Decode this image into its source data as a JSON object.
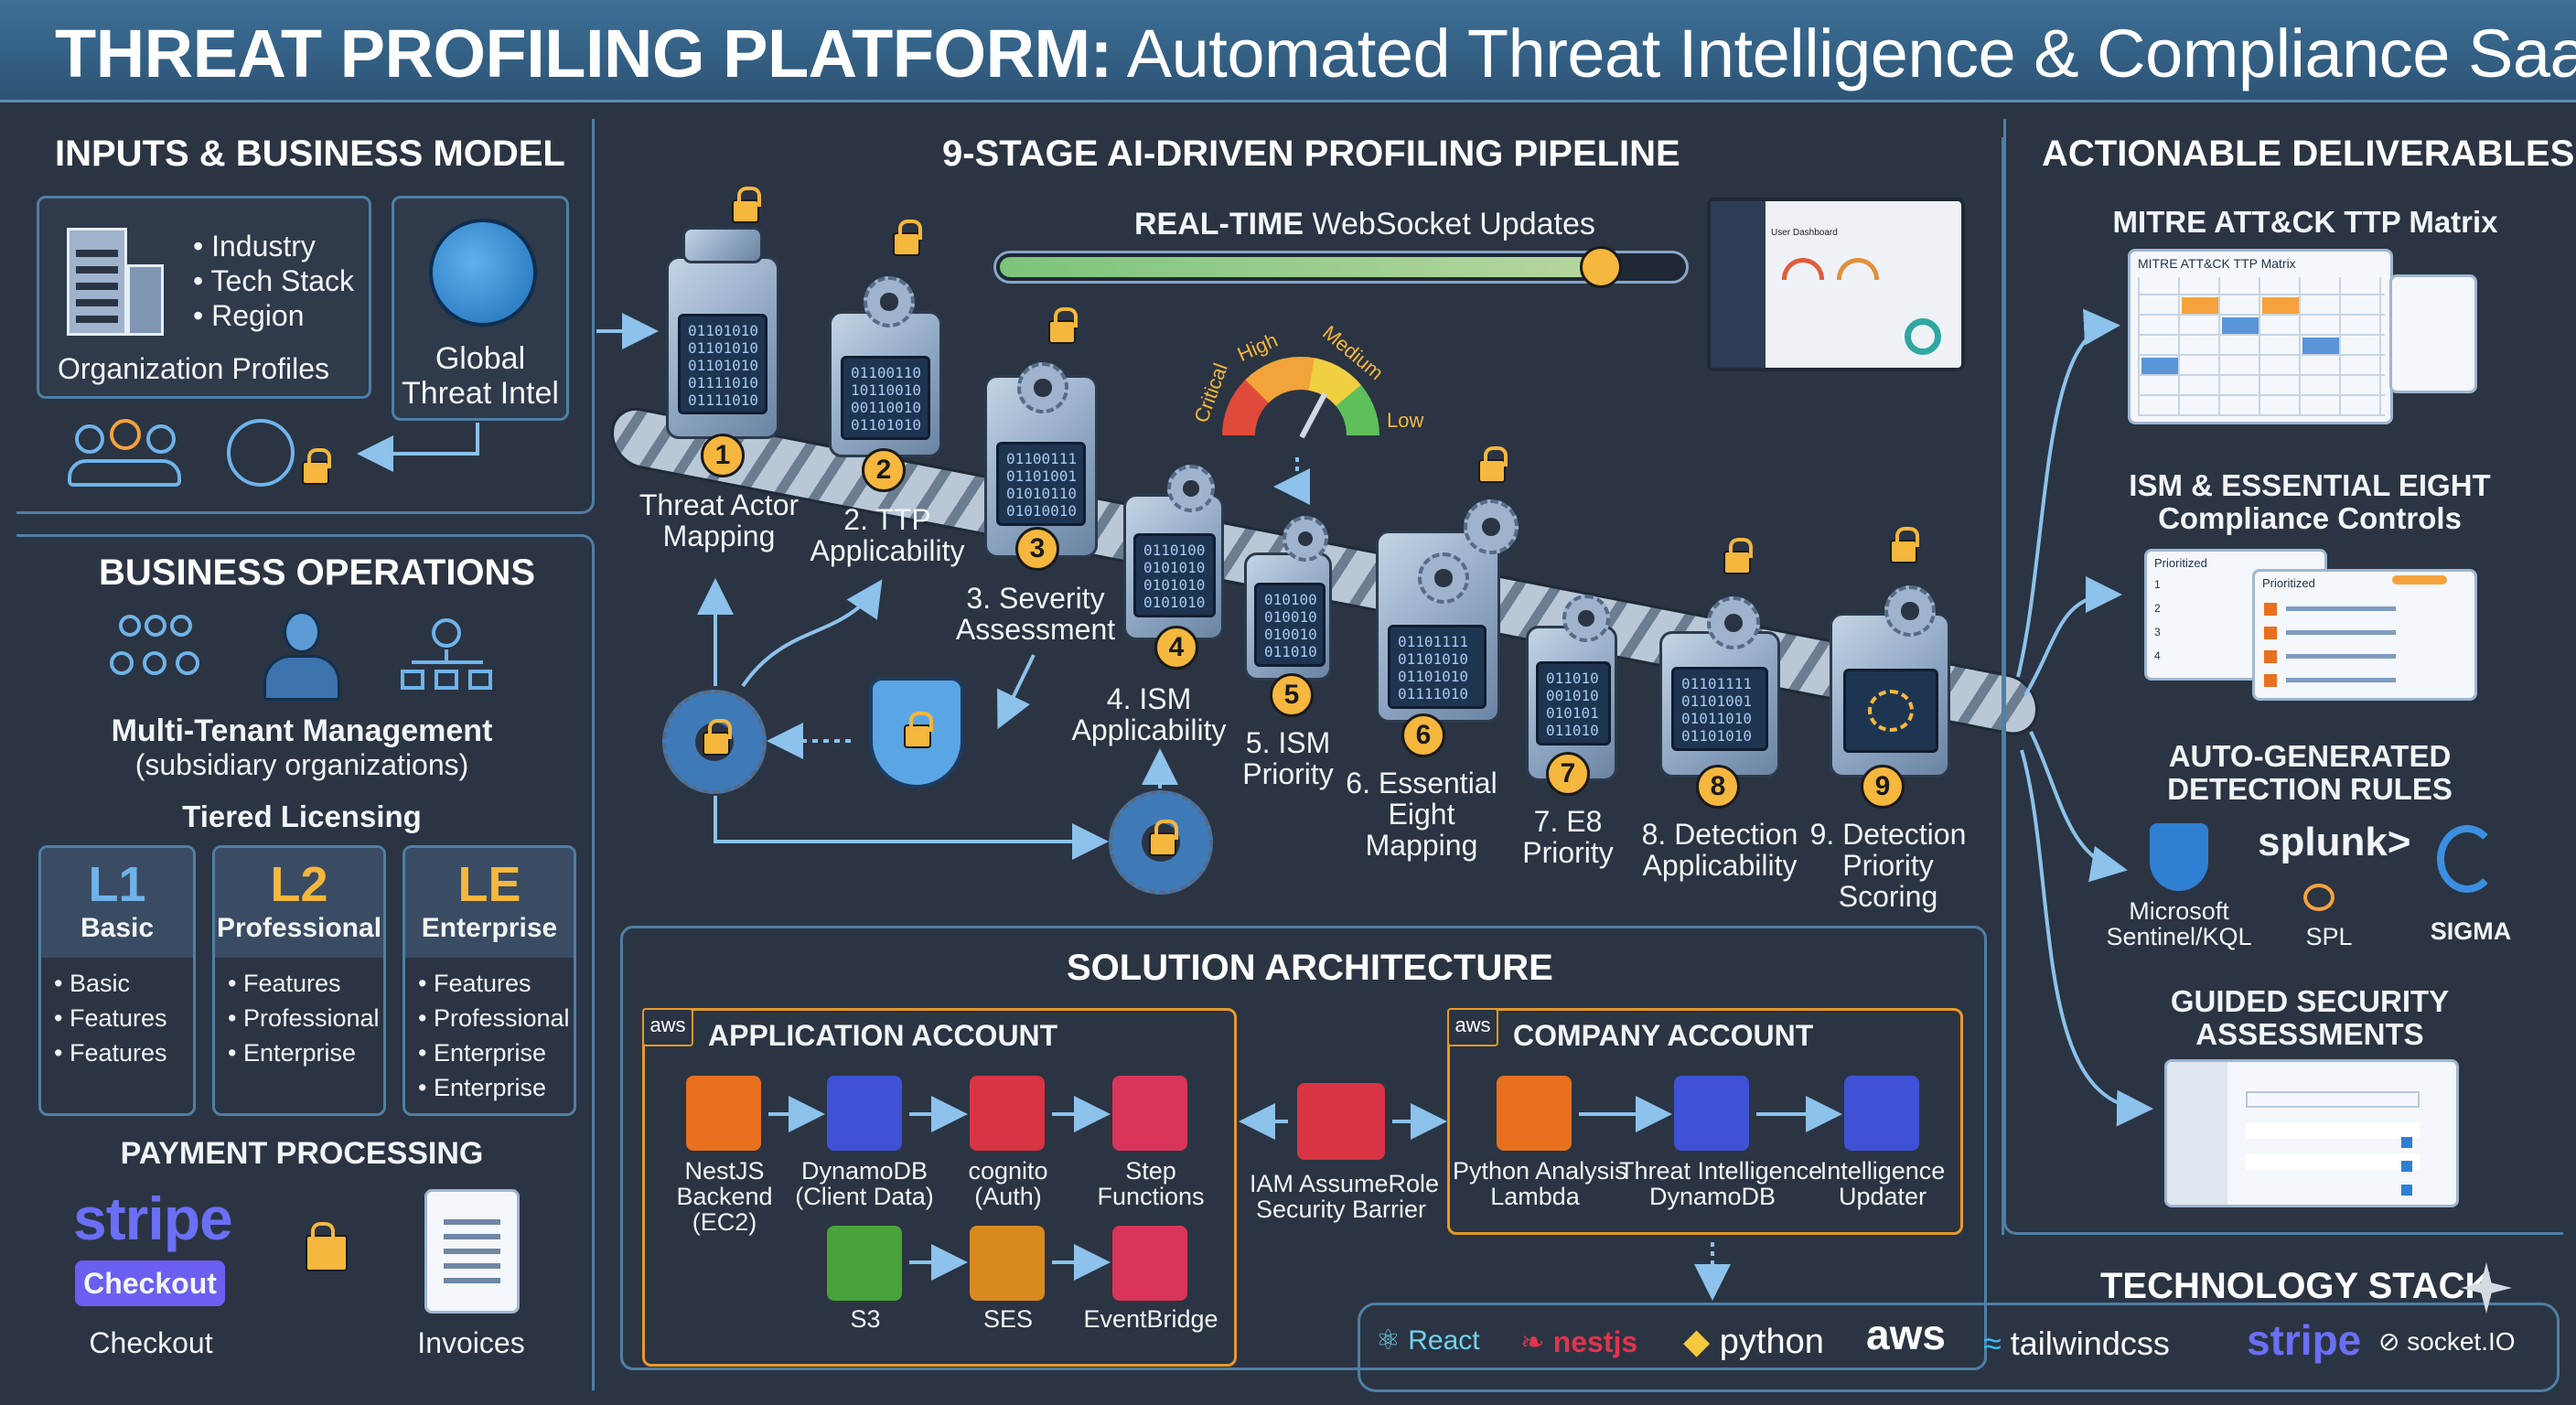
{
  "header": {
    "title_bold": "THREAT PROFILING PLATFORM:",
    "title_rest": "Automated Threat Intelligence & Compliance SaaS"
  },
  "inputs": {
    "heading": "INPUTS & BUSINESS MODEL",
    "org_bullets": [
      "Industry",
      "Tech Stack",
      "Region"
    ],
    "org_label": "Organization Profiles",
    "global_label_1": "Global",
    "global_label_2": "Threat Intel"
  },
  "business_ops": {
    "heading": "BUSINESS OPERATIONS",
    "multi_tenant": "Multi-Tenant Management",
    "multi_tenant_sub": "(subsidiary organizations)",
    "tiered_licensing": "Tiered Licensing",
    "tiers": [
      {
        "code": "L1",
        "name": "Basic",
        "features": [
          "Basic",
          "Features",
          "Features"
        ]
      },
      {
        "code": "L2",
        "name": "Professional",
        "features": [
          "Features",
          "Professional",
          "Enterprise"
        ]
      },
      {
        "code": "LE",
        "name": "Enterprise",
        "features": [
          "Features",
          "Professional",
          "Enterprise",
          "Enterprise"
        ]
      }
    ],
    "payment_heading": "PAYMENT PROCESSING",
    "stripe_logo": "stripe",
    "checkout_button": "Checkout",
    "checkout_label": "Checkout",
    "invoices_label": "Invoices"
  },
  "pipeline": {
    "heading": "9-STAGE AI-DRIVEN PROFILING PIPELINE",
    "realtime_bold": "REAL-TIME",
    "realtime_rest": "WebSocket Updates",
    "realtime_progress": 0.88,
    "gauge_labels": [
      "Critical",
      "High",
      "Medium",
      "Low"
    ],
    "stages": [
      {
        "n": "1",
        "label_lines": [
          "Threat Actor",
          "Mapping"
        ],
        "code": "01101010\n01101010\n01101010\n01111010\n01111010"
      },
      {
        "n": "2",
        "label_lines": [
          "2. TTP",
          "Applicability"
        ],
        "code": "01100110\n10110010\n00110010\n01101010"
      },
      {
        "n": "3",
        "label_lines": [
          "3. Severity",
          "Assessment"
        ],
        "code": "01100111\n01101001\n01010110\n01010010"
      },
      {
        "n": "4",
        "label_lines": [
          "4. ISM",
          "Applicability"
        ],
        "code": "0110100\n0101010\n0101010\n0101010"
      },
      {
        "n": "5",
        "label_lines": [
          "5. ISM",
          "Priority"
        ],
        "code": "010100\n010010\n010010\n011010"
      },
      {
        "n": "6",
        "label_lines": [
          "6. Essential",
          "Eight",
          "Mapping"
        ],
        "code": "01101111\n01101010\n01101010\n01111010"
      },
      {
        "n": "7",
        "label_lines": [
          "7. E8",
          "Priority"
        ],
        "code": "011010\n001010\n010101\n011010"
      },
      {
        "n": "8",
        "label_lines": [
          "8. Detection",
          "Applicability"
        ],
        "code": "01101111\n01101001\n01011010\n01101010"
      },
      {
        "n": "9",
        "label_lines": [
          "9. Detection",
          "Priority",
          "Scoring"
        ],
        "code": ""
      }
    ]
  },
  "dashboard": {
    "title": "User Dashboard"
  },
  "architecture": {
    "heading": "SOLUTION ARCHITECTURE",
    "app_account": "APPLICATION ACCOUNT",
    "company_account": "COMPANY ACCOUNT",
    "aws_tag": "aws",
    "app_services": [
      {
        "name": "nestjs-backend",
        "lines": [
          "NestJS",
          "Backend",
          "(EC2)"
        ],
        "color": "#e8701f"
      },
      {
        "name": "dynamodb-client",
        "lines": [
          "DynamoDB",
          "(Client Data)"
        ],
        "color": "#3f52d6"
      },
      {
        "name": "cognito",
        "lines": [
          "cognito",
          "(Auth)"
        ],
        "color": "#d93444"
      },
      {
        "name": "step-functions",
        "lines": [
          "Step",
          "Functions"
        ],
        "color": "#d9355a"
      },
      {
        "name": "s3",
        "lines": [
          "S3"
        ],
        "color": "#4aa33a"
      },
      {
        "name": "ses",
        "lines": [
          "SES"
        ],
        "color": "#d98a1f"
      },
      {
        "name": "eventbridge",
        "lines": [
          "EventBridge"
        ],
        "color": "#d9355a"
      }
    ],
    "barrier_lines": [
      "IAM AssumeRole",
      "Security Barrier"
    ],
    "company_services": [
      {
        "name": "python-lambda",
        "lines": [
          "Python Analysis",
          "Lambda"
        ],
        "color": "#e8701f"
      },
      {
        "name": "threat-intel-dynamodb",
        "lines": [
          "Threat Intelligence",
          "DynamoDB"
        ],
        "color": "#3f52d6"
      },
      {
        "name": "intel-updater",
        "lines": [
          "Intelligence",
          "Updater"
        ],
        "color": "#3f52d6"
      }
    ]
  },
  "deliverables": {
    "heading": "ACTIONABLE DELIVERABLES",
    "mitre_heading": "MITRE ATT&CK TTP Matrix",
    "mitre_doc_title": "MITRE ATT&CK TTP Matrix",
    "ism_heading_1": "ISM & ESSENTIAL EIGHT",
    "ism_heading_2": "Compliance Controls",
    "ism_doc_a": "Prioritized",
    "ism_doc_b": "Prioritized",
    "ism_rows": [
      "1",
      "2",
      "3",
      "4"
    ],
    "detection_heading_1": "AUTO-GENERATED",
    "detection_heading_2": "DETECTION RULES",
    "sentinel_lines": [
      "Microsoft",
      "Sentinel/KQL"
    ],
    "splunk_logo": "splunk>",
    "spl_label": "SPL",
    "sigma_label": "SIGMA",
    "guided_heading_1": "GUIDED SECURITY",
    "guided_heading_2": "ASSESSMENTS"
  },
  "tech_stack": {
    "heading": "TECHNOLOGY STACK",
    "items": [
      "React",
      "nestjs",
      "python",
      "aws",
      "tailwindcss",
      "stripe",
      "socket.IO"
    ]
  },
  "colors": {
    "background": "#2b3442",
    "panel_border": "#4f7fa6",
    "accent_yellow": "#f5b73d",
    "aws_orange": "#e59a2b",
    "arrow_blue": "#8cc2ec",
    "stripe_purple": "#635bff"
  }
}
